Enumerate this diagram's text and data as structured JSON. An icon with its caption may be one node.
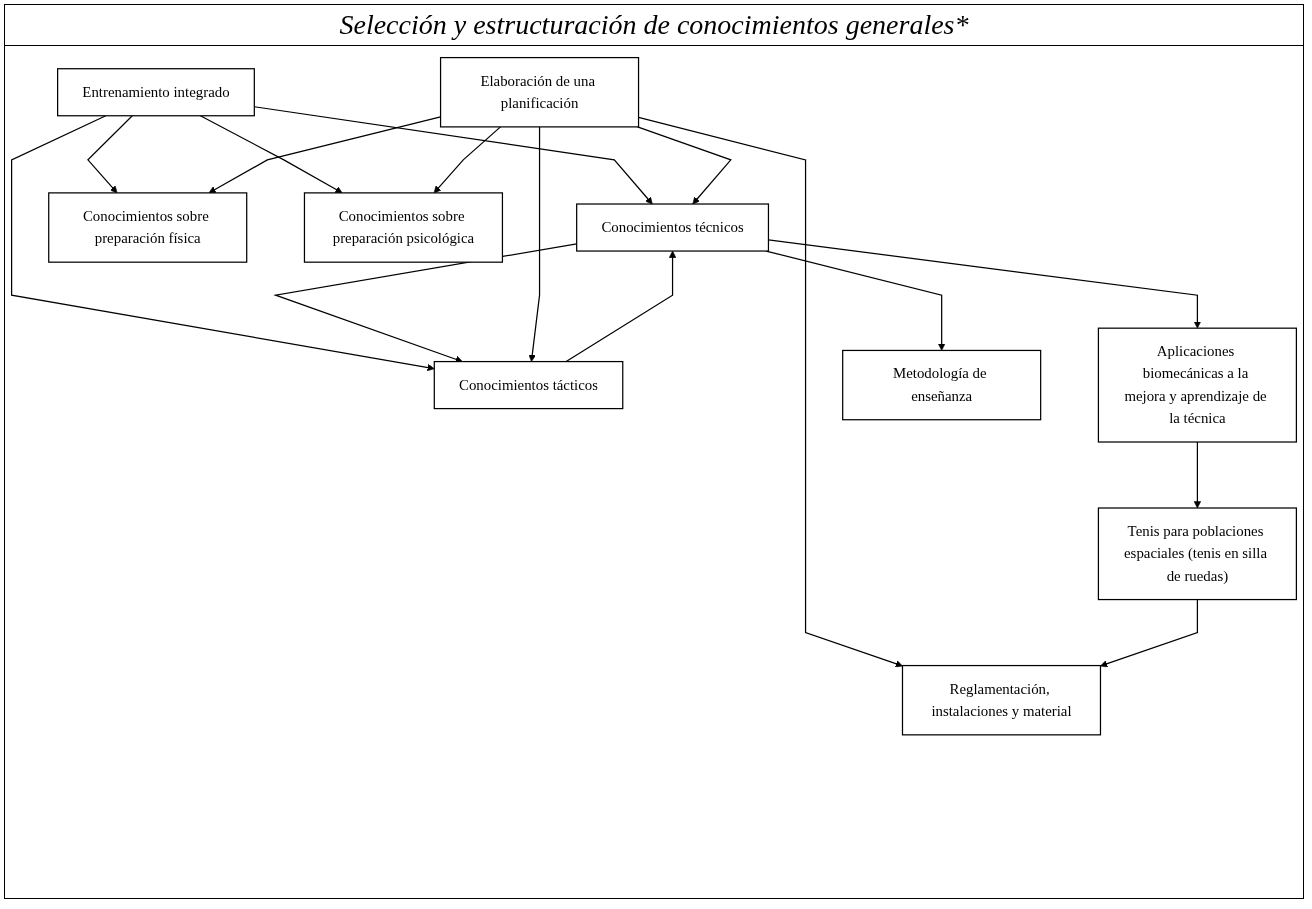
{
  "diagram": {
    "title": "Selección y estructuración de conocimientos generales*",
    "nodes": [
      {
        "text": [
          "Entrenamiento integrado"
        ]
      },
      {
        "text": [
          "Conocimientos técnicos"
        ]
      },
      {
        "text": [
          "Conocimientos tácticos"
        ]
      },
      {
        "text": [
          "Conocimientos sobre preparación física"
        ]
      },
      {
        "text": [
          "Conocimientos sobre preparación psicológica"
        ]
      },
      {
        "text": [
          "Aplicaciones biomecánicas a la mejora y aprendizaje de la técnica"
        ]
      },
      {
        "text": [
          "Elaboración de una planificación"
        ]
      },
      {
        "text": [
          "Metodología de enseñanza"
        ]
      },
      {
        "text": [
          "Tenis para poblaciones espaciales (tenis en silla de ruedas)"
        ]
      },
      {
        "text": [
          "Reglamentación, instalaciones y material"
        ]
      }
    ],
    "edges": [
      {
        "from": 0,
        "to": 1,
        "arrow": "to"
      },
      {
        "from": 0,
        "to": 2,
        "arrow": "to"
      },
      {
        "from": 0,
        "to": 3,
        "arrow": "to"
      },
      {
        "from": 0,
        "to": 4,
        "arrow": "to"
      },
      {
        "from": 2,
        "to": 1,
        "arrow": "to"
      },
      {
        "from": 1,
        "to": 2,
        "arrow": "to"
      },
      {
        "from": 1,
        "to": 7,
        "arrow": "to"
      },
      {
        "from": 1,
        "to": 5,
        "arrow": "to"
      },
      {
        "from": 6,
        "to": 1,
        "arrow": "to"
      },
      {
        "from": 6,
        "to": 2,
        "arrow": "to"
      },
      {
        "from": 6,
        "to": 3,
        "arrow": "to"
      },
      {
        "from": 6,
        "to": 4,
        "arrow": "to"
      },
      {
        "from": 5,
        "to": 8,
        "arrow": "to"
      },
      {
        "from": 6,
        "to": 9,
        "arrow": "to"
      },
      {
        "from": 8,
        "to": 9,
        "arrow": "to"
      }
    ]
  }
}
